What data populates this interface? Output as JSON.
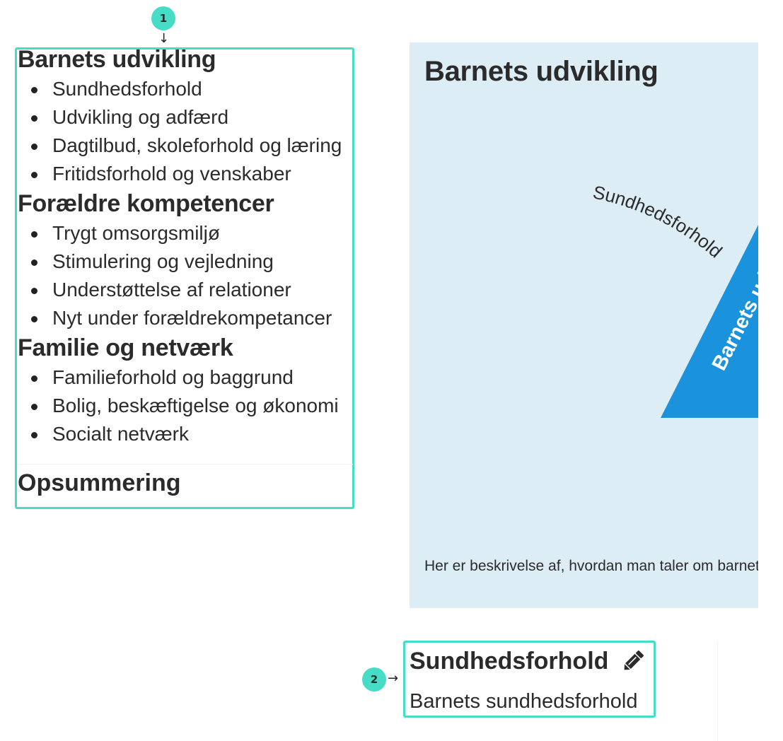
{
  "callouts": {
    "one": "1",
    "two": "2",
    "down_arrow": "↓",
    "right_arrow": "→"
  },
  "navigation": {
    "sections": [
      {
        "heading": "Barnets udvikling",
        "items": [
          "Sundhedsforhold",
          "Udvikling og adfærd",
          "Dagtilbud, skoleforhold og læring",
          "Fritidsforhold og venskaber"
        ]
      },
      {
        "heading": "Forældre kompetencer",
        "items": [
          "Trygt omsorgsmiljø",
          "Stimulering og vejledning",
          "Understøttelse af relationer",
          "Nyt under forældrekompetancer"
        ]
      },
      {
        "heading": "Familie og netværk",
        "items": [
          "Familieforhold og baggrund",
          "Bolig, beskæftigelse og økonomi",
          "Socialt netværk"
        ]
      }
    ],
    "summary": "Opsummering"
  },
  "diagram": {
    "title": "Barnets udvikling",
    "outer_label": "Sundhedsforhold",
    "triangle_label": "Barnets udvikling",
    "description": "Her er beskrivelse af, hvordan man taler om barnets udvikling",
    "colors": {
      "panel_background": "#ddedf6",
      "triangle": "#1a93dc",
      "triangle_text": "#ffffff"
    }
  },
  "detail": {
    "title": "Sundhedsforhold",
    "text": "Barnets sundhedsforhold",
    "edit_icon": "pencil-icon"
  },
  "colors": {
    "highlight": "#46dcc5",
    "text": "#2b2b2b"
  }
}
